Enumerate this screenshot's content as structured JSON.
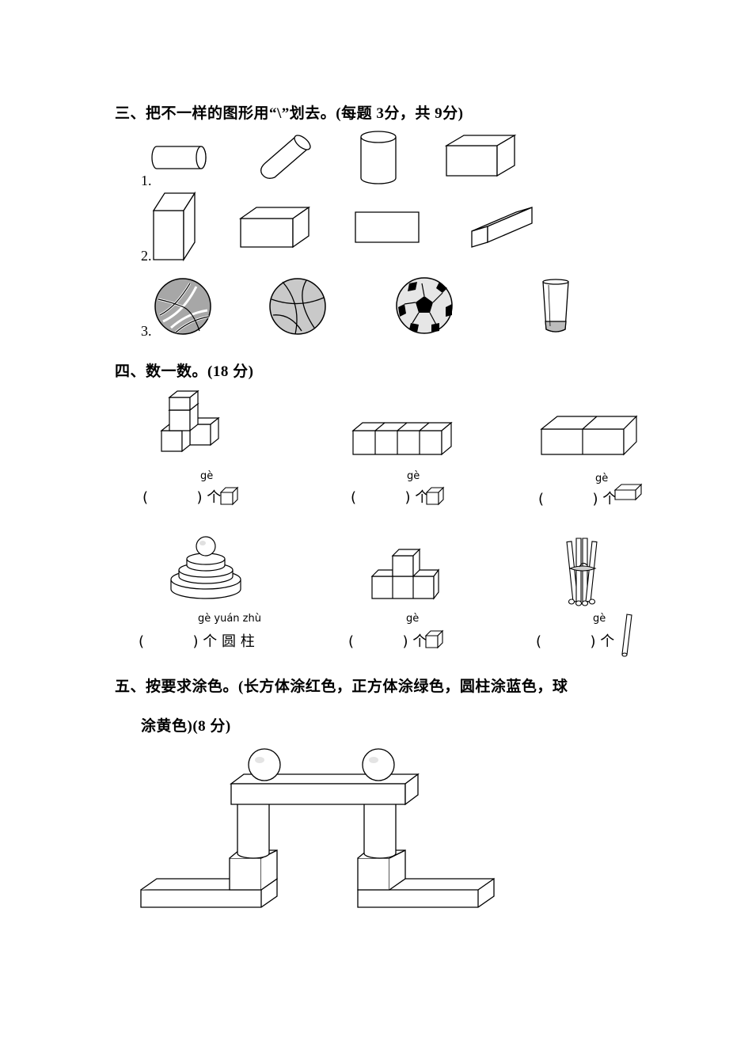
{
  "section3": {
    "title": "三、把不一样的图形用“\\”划去。(每题 3分，共 9分)",
    "rows": [
      {
        "number": "1."
      },
      {
        "number": "2."
      },
      {
        "number": "3."
      }
    ]
  },
  "section4": {
    "title": "四、数一数。(18 分)",
    "items": [
      {
        "pinyin": "gè",
        "open": "(",
        "close": ")",
        "unit": "个"
      },
      {
        "pinyin": "gè",
        "open": "(",
        "close": ")",
        "unit": "个"
      },
      {
        "pinyin": "gè",
        "open": "(",
        "close": ")",
        "unit": "个"
      },
      {
        "pinyin": "gè yuán zhù",
        "open": "(",
        "close": ")",
        "unit": "个 圆 柱"
      },
      {
        "pinyin": "gè",
        "open": "(",
        "close": ")",
        "unit": "个"
      },
      {
        "pinyin": "gè",
        "open": "(",
        "close": ")",
        "unit": "个"
      }
    ]
  },
  "section5": {
    "title_line1": "五、按要求涂色。(长方体涂红色，正方体涂绿色，圆柱涂蓝色，球",
    "title_line2": "涂黄色)(8 分)"
  }
}
